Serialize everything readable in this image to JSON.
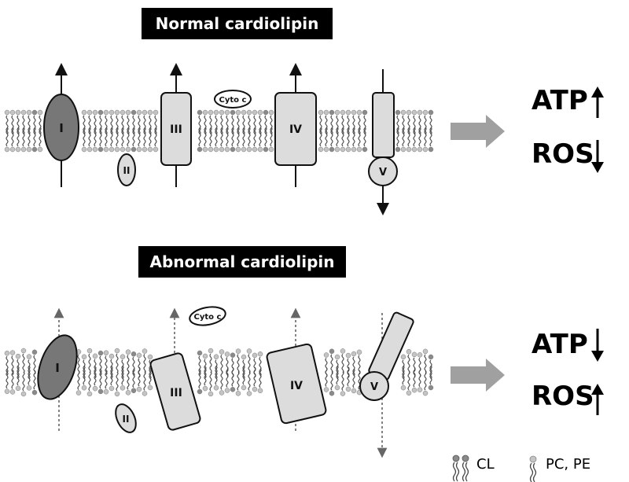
{
  "titles": {
    "normal": "Normal cardiolipin",
    "abnormal": "Abnormal cardiolipin"
  },
  "complexes": {
    "i": "I",
    "ii": "II",
    "iii": "III",
    "iv": "IV",
    "v": "V",
    "cyto_c": "Cyto c"
  },
  "outcomes": {
    "normal": {
      "atp": "ATP",
      "ros": "ROS",
      "atp_direction": "up",
      "ros_direction": "down"
    },
    "abnormal": {
      "atp": "ATP",
      "ros": "ROS",
      "atp_direction": "down",
      "ros_direction": "up"
    }
  },
  "legend": {
    "cl": "CL",
    "pc_pe": "PC, PE"
  },
  "colors": {
    "complex_i_fill": "#777777",
    "complex_fill": "#dcdcdc",
    "arrow_gray": "#a0a0a0",
    "headgroup_dark": "#8a8a8a",
    "headgroup_light": "#c4c4c4"
  }
}
